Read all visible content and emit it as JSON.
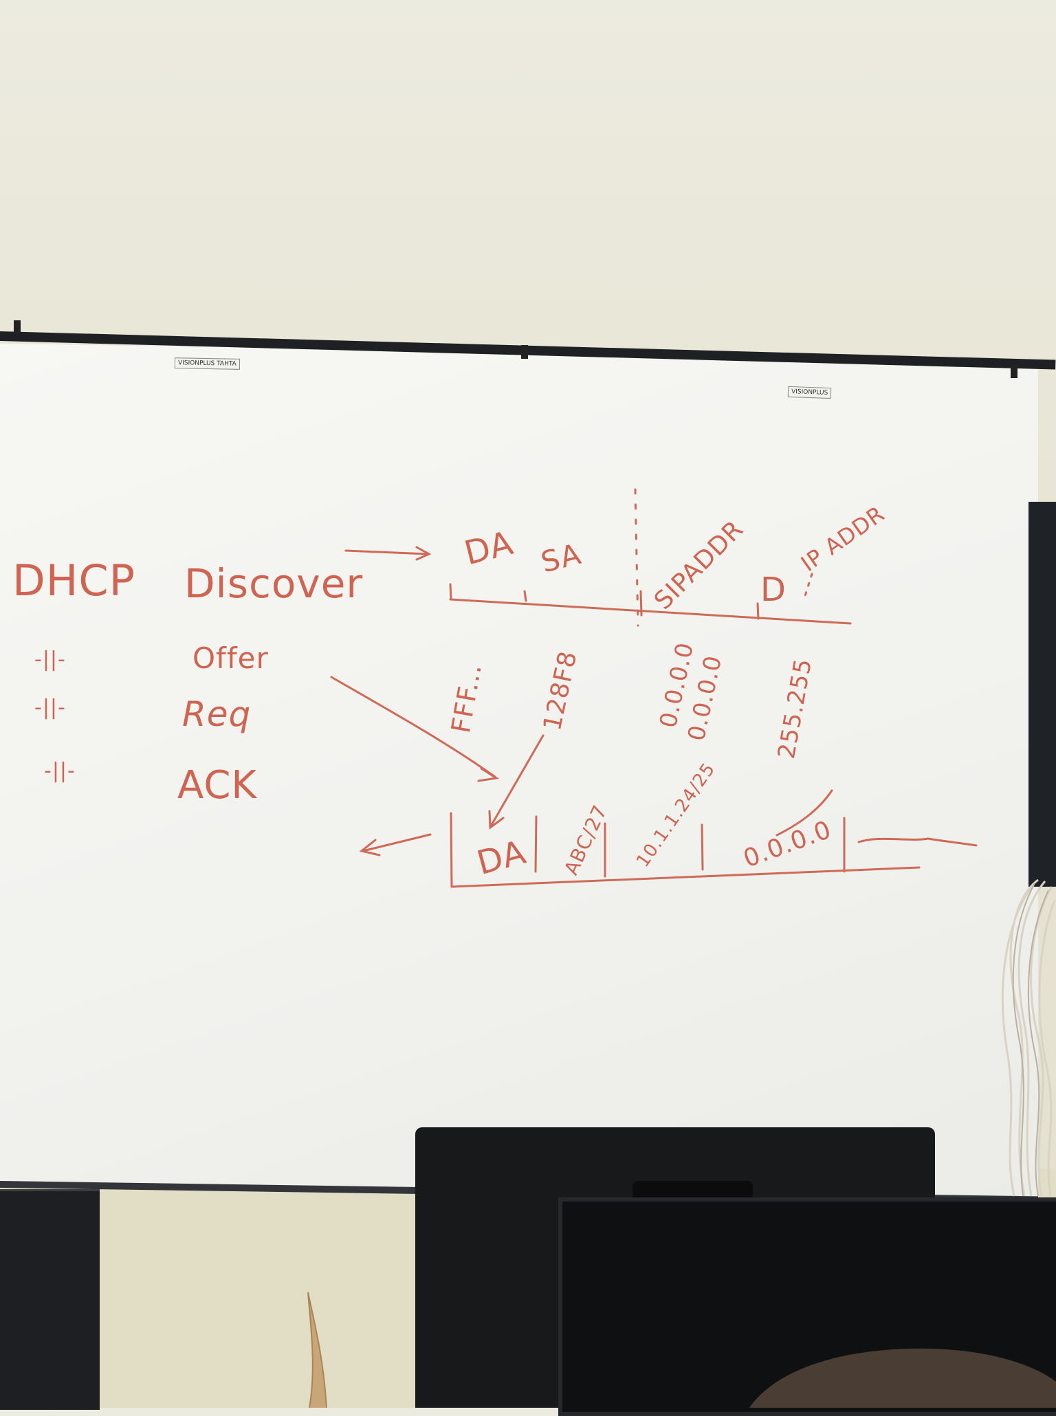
{
  "whiteboard": {
    "brand_tags": [
      "VISIONPLUS",
      "TAHTA"
    ],
    "tag_right": "VISIONPLUS"
  },
  "board_text": {
    "left_column": {
      "dhcp": "DHCP",
      "discover": "Discover",
      "offer": "Offer",
      "req": "Req",
      "ack": "ACK",
      "ditto_1": "-||-",
      "ditto_2": "-||-",
      "ditto_3": "-||-"
    },
    "top_header": {
      "da": "DA",
      "sa": "SA",
      "sip_addr": "SIPADDR",
      "d": "D",
      "ip_addr": "IP ADDR"
    },
    "top_values": {
      "fff": "FFF...",
      "mac": "128F8",
      "sip_1": "0.0.0.0",
      "sip_2": "0.0.0.0",
      "mask": "255.255"
    },
    "bottom_row": {
      "da": "DA",
      "abc": "ABC/27",
      "ip": "10.1.1.24/25",
      "zeros": "0.0.0.0"
    }
  }
}
